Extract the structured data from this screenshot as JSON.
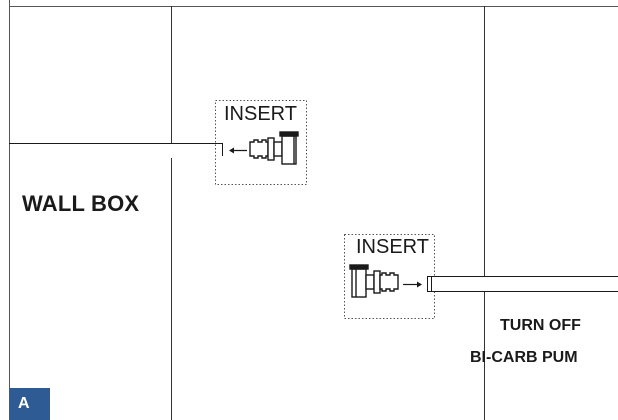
{
  "labels": {
    "wall_box": "WALL BOX",
    "insert_top": "INSERT",
    "insert_bottom": "INSERT",
    "turn_off": "TURN OFF",
    "bicarb_pump": "BI-CARB PUM"
  },
  "badge": {
    "text": "A",
    "color": "#2f5b94"
  },
  "colors": {
    "line": "#1a1a1a",
    "grid": "#333333"
  },
  "icons": {
    "left_fitting": "quick-connect-fitting-icon",
    "right_fitting": "quick-connect-fitting-icon",
    "left_arrow": "arrow-left-icon",
    "right_arrow": "arrow-right-icon"
  }
}
